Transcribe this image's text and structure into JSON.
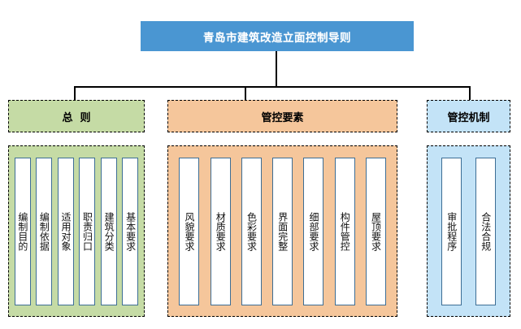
{
  "diagram": {
    "root": {
      "label": "青岛市建筑改造立面控制导则",
      "color": "#4a96d2",
      "text_color": "#ffffff"
    },
    "sections": [
      {
        "key": "general-principles",
        "header": "总  则",
        "color": "#c5dba5",
        "items": [
          {
            "label": "编制目的"
          },
          {
            "label": "编制依据"
          },
          {
            "label": "适用对象"
          },
          {
            "label": "职责归口"
          },
          {
            "label": "建筑分类"
          },
          {
            "label": "基本要求"
          }
        ]
      },
      {
        "key": "control-elements",
        "header": "管控要素",
        "color": "#f5c69b",
        "items": [
          {
            "label": "风貌要求"
          },
          {
            "label": "材质要求"
          },
          {
            "label": "色彩要求"
          },
          {
            "label": "界面完整"
          },
          {
            "label": "细部要求"
          },
          {
            "label": "构件管控"
          },
          {
            "label": "屋顶要求"
          }
        ]
      },
      {
        "key": "control-mechanism",
        "header": "管控机制",
        "color": "#c3e3f7",
        "items": [
          {
            "label": "审批程序"
          },
          {
            "label": "合法合规"
          }
        ]
      }
    ]
  }
}
